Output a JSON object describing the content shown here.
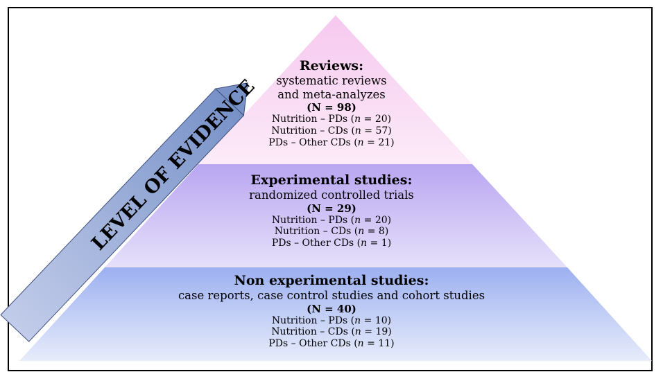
{
  "arrow": {
    "label": "LEVEL OF EVIDENCE"
  },
  "colors": {
    "top": "#f6c8ef",
    "mid": "#b9a6f2",
    "bottom": "#9cb0f0",
    "arrow_light": "#c2ccea",
    "arrow_dark": "#7892c8",
    "arrow_stroke": "#3c4e7a"
  },
  "tiers": [
    {
      "heading": "Reviews:",
      "subheading": [
        "systematic reviews",
        "and meta-analyzes"
      ],
      "total": "(N = 98)",
      "breakdown": [
        {
          "pre": "Nutrition – PDs (",
          "n": "n",
          "post": " = 20)"
        },
        {
          "pre": "Nutrition – CDs (",
          "n": "n",
          "post": " = 57)"
        },
        {
          "pre": "PDs – Other CDs (",
          "n": "n",
          "post": " = 21)"
        }
      ]
    },
    {
      "heading": "Experimental studies:",
      "subheading": [
        "randomized controlled trials"
      ],
      "total": "(N = 29)",
      "breakdown": [
        {
          "pre": "Nutrition – PDs (",
          "n": "n",
          "post": " = 20)"
        },
        {
          "pre": "Nutrition – CDs (",
          "n": "n",
          "post": " = 8)"
        },
        {
          "pre": "PDs – Other CDs (",
          "n": "n",
          "post": " = 1)"
        }
      ]
    },
    {
      "heading": "Non experimental studies:",
      "subheading": [
        "case reports, case control studies and cohort studies"
      ],
      "total": "(N = 40)",
      "breakdown": [
        {
          "pre": "Nutrition – PDs (",
          "n": "n",
          "post": " = 10)"
        },
        {
          "pre": "Nutrition – CDs (",
          "n": "n",
          "post": " = 19)"
        },
        {
          "pre": "PDs – Other CDs (",
          "n": "n",
          "post": " = 11)"
        }
      ]
    }
  ]
}
